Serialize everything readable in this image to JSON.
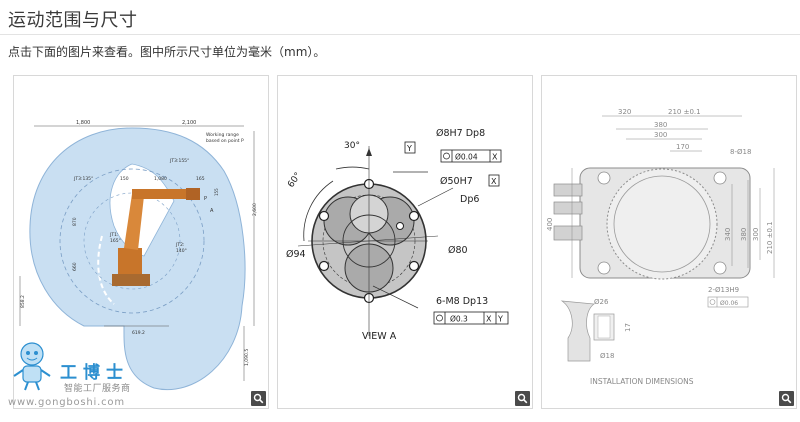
{
  "page": {
    "title": "运动范围与尺寸",
    "subtitle": "点击下面的图片来查看。图中所示尺寸单位为毫米（mm）。"
  },
  "cards": [
    {
      "labels": {
        "d1": "1,800",
        "d2": "2,100",
        "wr1": "Working range",
        "wr2": "based on point P",
        "jt3a": "JT3:135°",
        "jt3b": "JT3:155°",
        "d150": "150",
        "d1080": "1,080",
        "d165": "165",
        "d_p": "P",
        "d_a": "A",
        "jt1": "JT1:",
        "jt1b": "165°",
        "jt2": "JT2:",
        "jt2b": "140°",
        "d2600": "2,600",
        "d870": "870",
        "d660": "660",
        "d619": "619.2",
        "d858": "858.2",
        "d10905": "1,090.5",
        "d155": "155"
      }
    },
    {
      "labels": {
        "angle30": "30°",
        "angle60": "60°",
        "y": "Y",
        "hole8": "Ø8H7 Dp8",
        "tol1": "Ø0.04",
        "x1": "X",
        "bore": "Ø50H7",
        "x2": "X",
        "dp6": "Dp6",
        "d94": "Ø94",
        "d80": "Ø80",
        "m8": "6-M8 Dp13",
        "tol2": "Ø0.3",
        "x3": "X",
        "y2": "Y",
        "view": "VIEW  A"
      }
    },
    {
      "labels": {
        "d320": "320",
        "d210": "210 ±0.1",
        "d380": "380",
        "d300": "300",
        "d170": "170",
        "holes18": "8-Ø18",
        "d400": "400",
        "d340": "340",
        "d380v": "380",
        "d300v": "300",
        "d210v": "210 ±0.1",
        "h13": "2-Ø13H9",
        "tol3": "Ø0.06",
        "d26": "Ø26",
        "d17": "17",
        "d18": "Ø18",
        "caption": "INSTALLATION DIMENSIONS"
      }
    }
  ],
  "logo": {
    "name": "工博士",
    "tagline": "智能工厂服务商",
    "url": "www.gongboshi.com"
  },
  "colors": {
    "range_fill": "#c9dff2",
    "range_stroke": "#8fb4d8",
    "robot": "#c8752a",
    "plate": "#8c8c8c",
    "logo_blue": "#2c8fd0"
  },
  "icons": {
    "zoom": "magnifier-icon",
    "mascot": "mascot-icon"
  }
}
